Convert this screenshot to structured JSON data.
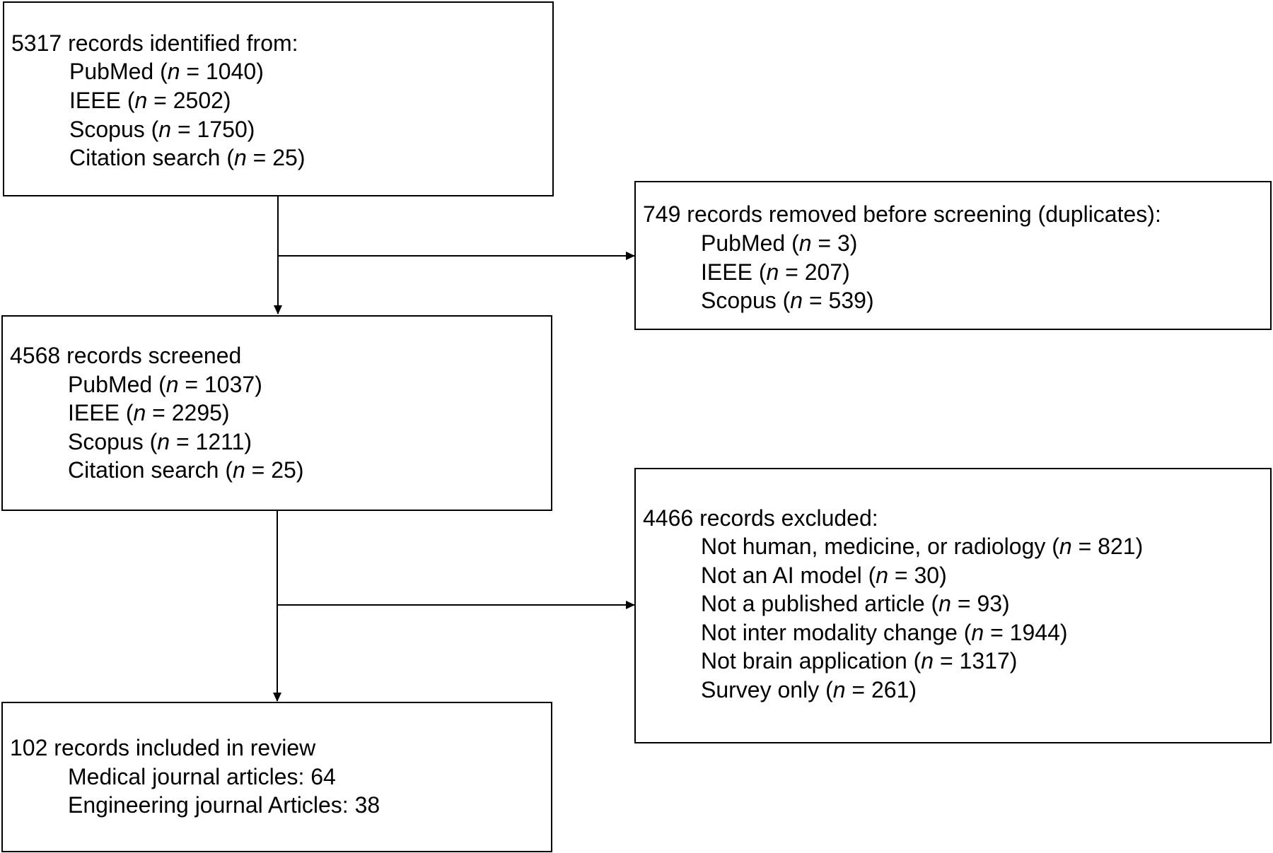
{
  "identified": {
    "title": "5317 records identified from:",
    "items": [
      {
        "label": "PubMed (",
        "n": "n",
        "value": " = 1040)"
      },
      {
        "label": "IEEE (",
        "n": "n",
        "value": " = 2502)"
      },
      {
        "label": "Scopus (",
        "n": "n",
        "value": " = 1750)"
      },
      {
        "label": "Citation search (",
        "n": "n",
        "value": " = 25)"
      }
    ]
  },
  "removed": {
    "title": "749 records removed before screening (duplicates):",
    "items": [
      {
        "label": "PubMed (",
        "n": "n",
        "value": " = 3)"
      },
      {
        "label": "IEEE (",
        "n": "n",
        "value": " = 207)"
      },
      {
        "label": "Scopus (",
        "n": "n",
        "value": " = 539)"
      }
    ]
  },
  "screened": {
    "title": "4568 records screened",
    "items": [
      {
        "label": "PubMed (",
        "n": "n",
        "value": " = 1037)"
      },
      {
        "label": "IEEE (",
        "n": "n",
        "value": " = 2295)"
      },
      {
        "label": "Scopus (",
        "n": "n",
        "value": " = 1211)"
      },
      {
        "label": "Citation search (",
        "n": "n",
        "value": " = 25)"
      }
    ]
  },
  "excluded": {
    "title": "4466 records excluded:",
    "items": [
      {
        "label": "Not human, medicine, or radiology (",
        "n": "n",
        "value": " = 821)"
      },
      {
        "label": "Not an AI model (",
        "n": "n",
        "value": " = 30)"
      },
      {
        "label": "Not a published article (",
        "n": "n",
        "value": " = 93)"
      },
      {
        "label": "Not inter modality change (",
        "n": "n",
        "value": " = 1944)"
      },
      {
        "label": "Not brain application (",
        "n": "n",
        "value": " = 1317)"
      },
      {
        "label": "Survey only (",
        "n": "n",
        "value": " = 261)"
      }
    ]
  },
  "included": {
    "title": "102 records included in review",
    "items": [
      {
        "label": "Medical journal articles: 64"
      },
      {
        "label": "Engineering journal Articles: 38"
      }
    ]
  }
}
